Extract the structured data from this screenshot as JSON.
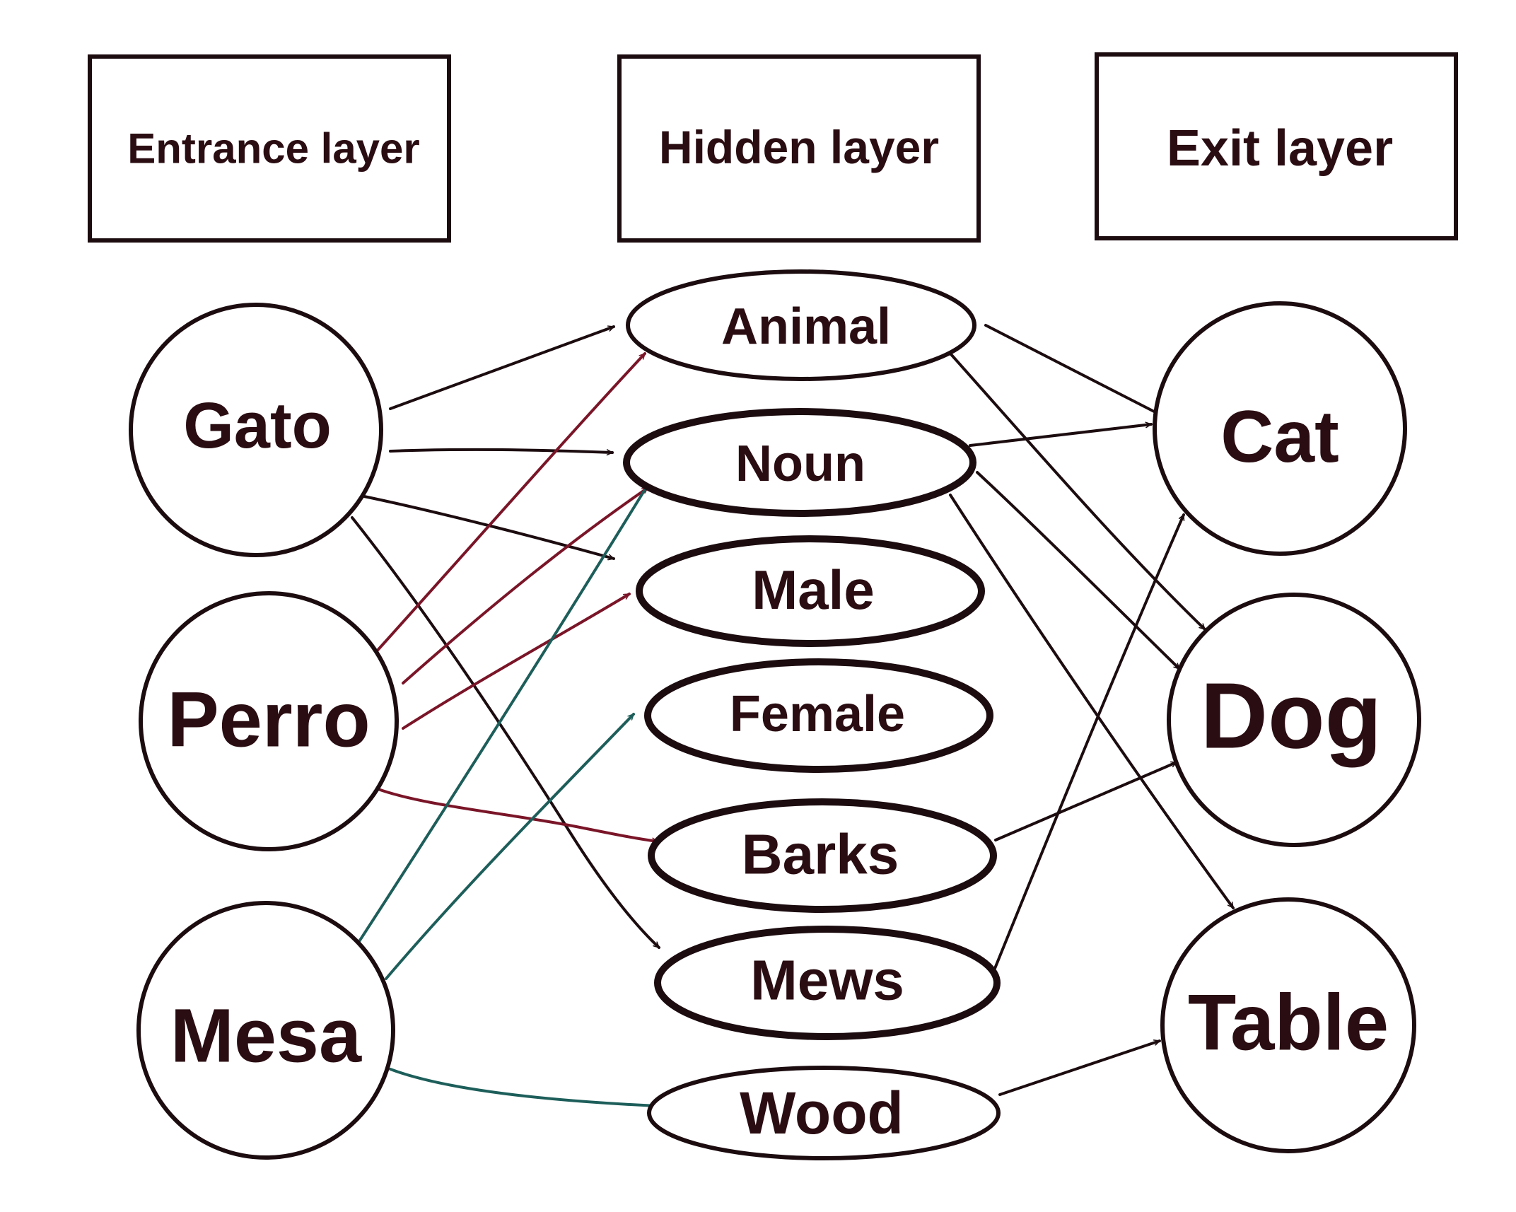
{
  "headers": {
    "input": "Entrance layer",
    "hidden": "Hidden layer",
    "output": "Exit layer"
  },
  "inputs": {
    "gato": "Gato",
    "perro": "Perro",
    "mesa": "Mesa"
  },
  "hidden": {
    "animal": "Animal",
    "noun": "Noun",
    "male": "Male",
    "female": "Female",
    "barks": "Barks",
    "mews": "Mews",
    "wood": "Wood"
  },
  "outputs": {
    "cat": "Cat",
    "dog": "Dog",
    "table": "Table"
  },
  "colors": {
    "ink": "#1c0c10",
    "perro_edges": "#7a1528",
    "mesa_edges": "#1d5e5a"
  }
}
